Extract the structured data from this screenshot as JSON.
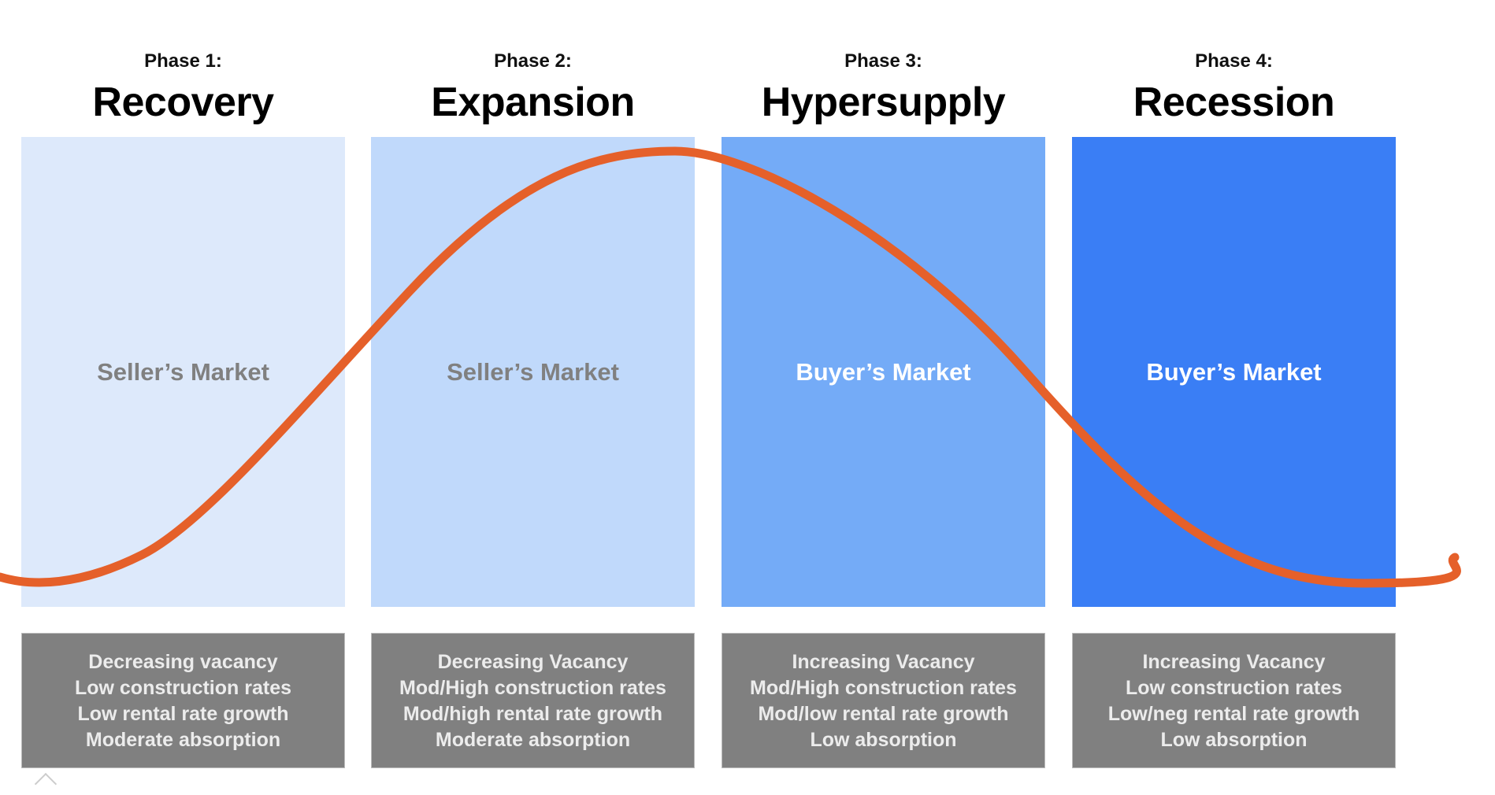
{
  "phases": [
    {
      "label": "Phase 1:",
      "title": "Recovery",
      "market": "Seller’s Market",
      "color": "#dde9fb",
      "market_color": "#808080",
      "traits": [
        "Decreasing vacancy",
        "Low construction rates",
        "Low rental rate growth",
        "Moderate absorption"
      ]
    },
    {
      "label": "Phase 2:",
      "title": "Expansion",
      "market": "Seller’s Market",
      "color": "#c0d9fb",
      "market_color": "#808080",
      "traits": [
        "Decreasing Vacancy",
        "Mod/High construction rates",
        "Mod/high rental rate growth",
        "Moderate absorption"
      ]
    },
    {
      "label": "Phase 3:",
      "title": "Hypersupply",
      "market": "Buyer’s Market",
      "color": "#74abf7",
      "market_color": "#ffffff",
      "traits": [
        "Increasing Vacancy",
        "Mod/High construction rates",
        "Mod/low rental rate growth",
        "Low absorption"
      ]
    },
    {
      "label": "Phase 4:",
      "title": "Recession",
      "market": "Buyer’s Market",
      "color": "#3a7ef5",
      "market_color": "#ffffff",
      "traits": [
        "Increasing Vacancy",
        "Low construction rates",
        "Low/neg rental rate growth",
        "Low absorption"
      ]
    }
  ],
  "curve_color": "#e5602a",
  "info_bg": "#808080"
}
